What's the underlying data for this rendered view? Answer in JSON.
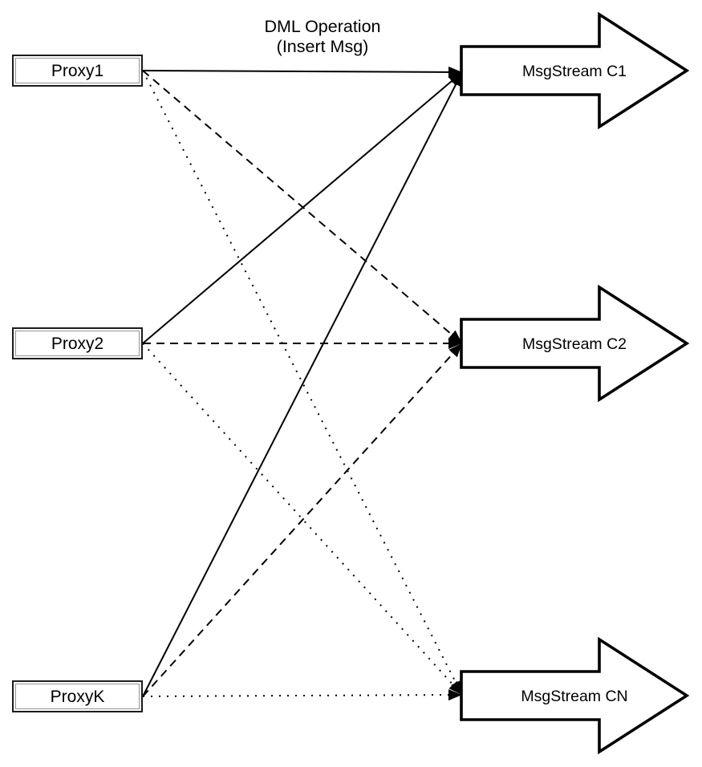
{
  "note": {
    "line1": "DML Operation",
    "line2": "(Insert Msg)"
  },
  "proxies": [
    {
      "label": "Proxy1"
    },
    {
      "label": "Proxy2"
    },
    {
      "label": "ProxyK"
    }
  ],
  "streams": [
    {
      "label": "MsgStream C1"
    },
    {
      "label": "MsgStream C2"
    },
    {
      "label": "MsgStream CN"
    }
  ],
  "edges": [
    {
      "from": "Proxy1",
      "to": "MsgStream C1",
      "style": "solid"
    },
    {
      "from": "Proxy1",
      "to": "MsgStream C2",
      "style": "dashed"
    },
    {
      "from": "Proxy1",
      "to": "MsgStream CN",
      "style": "dotted"
    },
    {
      "from": "Proxy2",
      "to": "MsgStream C1",
      "style": "solid"
    },
    {
      "from": "Proxy2",
      "to": "MsgStream C2",
      "style": "dashed"
    },
    {
      "from": "Proxy2",
      "to": "MsgStream CN",
      "style": "dotted"
    },
    {
      "from": "ProxyK",
      "to": "MsgStream C1",
      "style": "solid"
    },
    {
      "from": "ProxyK",
      "to": "MsgStream C2",
      "style": "dashed"
    },
    {
      "from": "ProxyK",
      "to": "MsgStream CN",
      "style": "dotted"
    }
  ],
  "colors": {
    "stroke": "#000000",
    "fill": "#ffffff"
  }
}
